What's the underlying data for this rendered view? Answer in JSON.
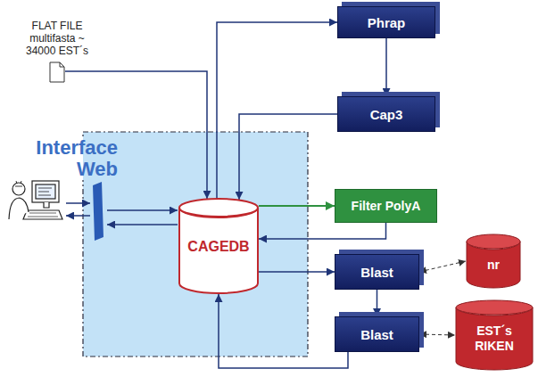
{
  "diagram": {
    "nodes": [
      {
        "text": [
          "FLAT FILE multifasta ~ 34000 EST´s"
        ]
      },
      {
        "text": [
          "CAGEDB"
        ]
      },
      {
        "text": [
          "Phrap"
        ]
      },
      {
        "text": [
          "Cap3"
        ]
      },
      {
        "text": [
          "Filter PolyA"
        ]
      },
      {
        "text": [
          "Blast"
        ]
      },
      {
        "text": [
          "Blast"
        ]
      },
      {
        "text": [
          "nr"
        ]
      },
      {
        "text": [
          "EST´s RIKEN"
        ]
      }
    ],
    "edges": [
      {
        "from": 0,
        "to": 1,
        "arrow": "to"
      },
      {
        "from": 1,
        "to": 2,
        "arrow": "to"
      },
      {
        "from": 2,
        "to": 3,
        "arrow": "to"
      },
      {
        "from": 3,
        "to": 1,
        "arrow": "to"
      },
      {
        "from": 1,
        "to": 4,
        "arrow": "to"
      },
      {
        "from": 4,
        "to": 1,
        "arrow": "to"
      },
      {
        "from": 1,
        "to": 5,
        "arrow": "to"
      },
      {
        "from": 5,
        "to": 7,
        "arrow": "both"
      },
      {
        "from": 5,
        "to": 6,
        "arrow": "to"
      },
      {
        "from": 6,
        "to": 8,
        "arrow": "both"
      },
      {
        "from": 6,
        "to": 1,
        "arrow": "to"
      }
    ],
    "labels": [
      "Interface Web"
    ]
  }
}
